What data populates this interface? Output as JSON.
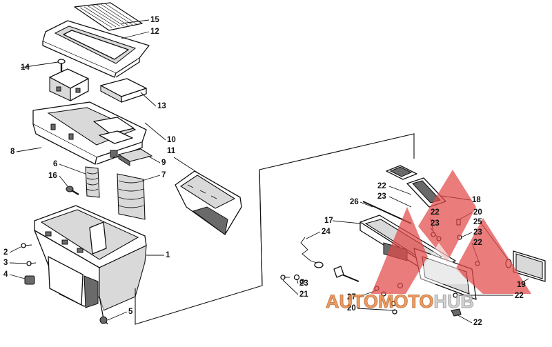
{
  "callouts": [
    {
      "id": "c15",
      "text": "15"
    },
    {
      "id": "c12",
      "text": "12"
    },
    {
      "id": "c14",
      "text": "14"
    },
    {
      "id": "c13",
      "text": "13"
    },
    {
      "id": "c10",
      "text": "10"
    },
    {
      "id": "c8",
      "text": "8"
    },
    {
      "id": "c11",
      "text": "11"
    },
    {
      "id": "c9",
      "text": "9"
    },
    {
      "id": "c6",
      "text": "6"
    },
    {
      "id": "c7",
      "text": "7"
    },
    {
      "id": "c16",
      "text": "16"
    },
    {
      "id": "c1",
      "text": "1"
    },
    {
      "id": "c2",
      "text": "2"
    },
    {
      "id": "c3",
      "text": "3"
    },
    {
      "id": "c4",
      "text": "4"
    },
    {
      "id": "c5",
      "text": "5"
    },
    {
      "id": "c22a",
      "text": "22"
    },
    {
      "id": "c23a",
      "text": "23"
    },
    {
      "id": "c18",
      "text": "18"
    },
    {
      "id": "c26",
      "text": "26"
    },
    {
      "id": "c22b",
      "text": "22"
    },
    {
      "id": "c20a",
      "text": "20"
    },
    {
      "id": "c23b",
      "text": "23"
    },
    {
      "id": "c25",
      "text": "25"
    },
    {
      "id": "c23c",
      "text": "23"
    },
    {
      "id": "c17",
      "text": "17"
    },
    {
      "id": "c24",
      "text": "24"
    },
    {
      "id": "c22c",
      "text": "22"
    },
    {
      "id": "c23d",
      "text": "23"
    },
    {
      "id": "c21",
      "text": "21"
    },
    {
      "id": "c19",
      "text": "19"
    },
    {
      "id": "c27",
      "text": "27"
    },
    {
      "id": "c20b",
      "text": "20"
    },
    {
      "id": "c22d",
      "text": "22"
    },
    {
      "id": "c22e",
      "text": "22"
    }
  ],
  "watermark": {
    "part1": "AUTO",
    "part2": "MOTO",
    "part3": "HUB",
    "color_primary": "#e8843a",
    "color_secondary": "#c9c9c9",
    "logo_color": "#e24a4a"
  }
}
